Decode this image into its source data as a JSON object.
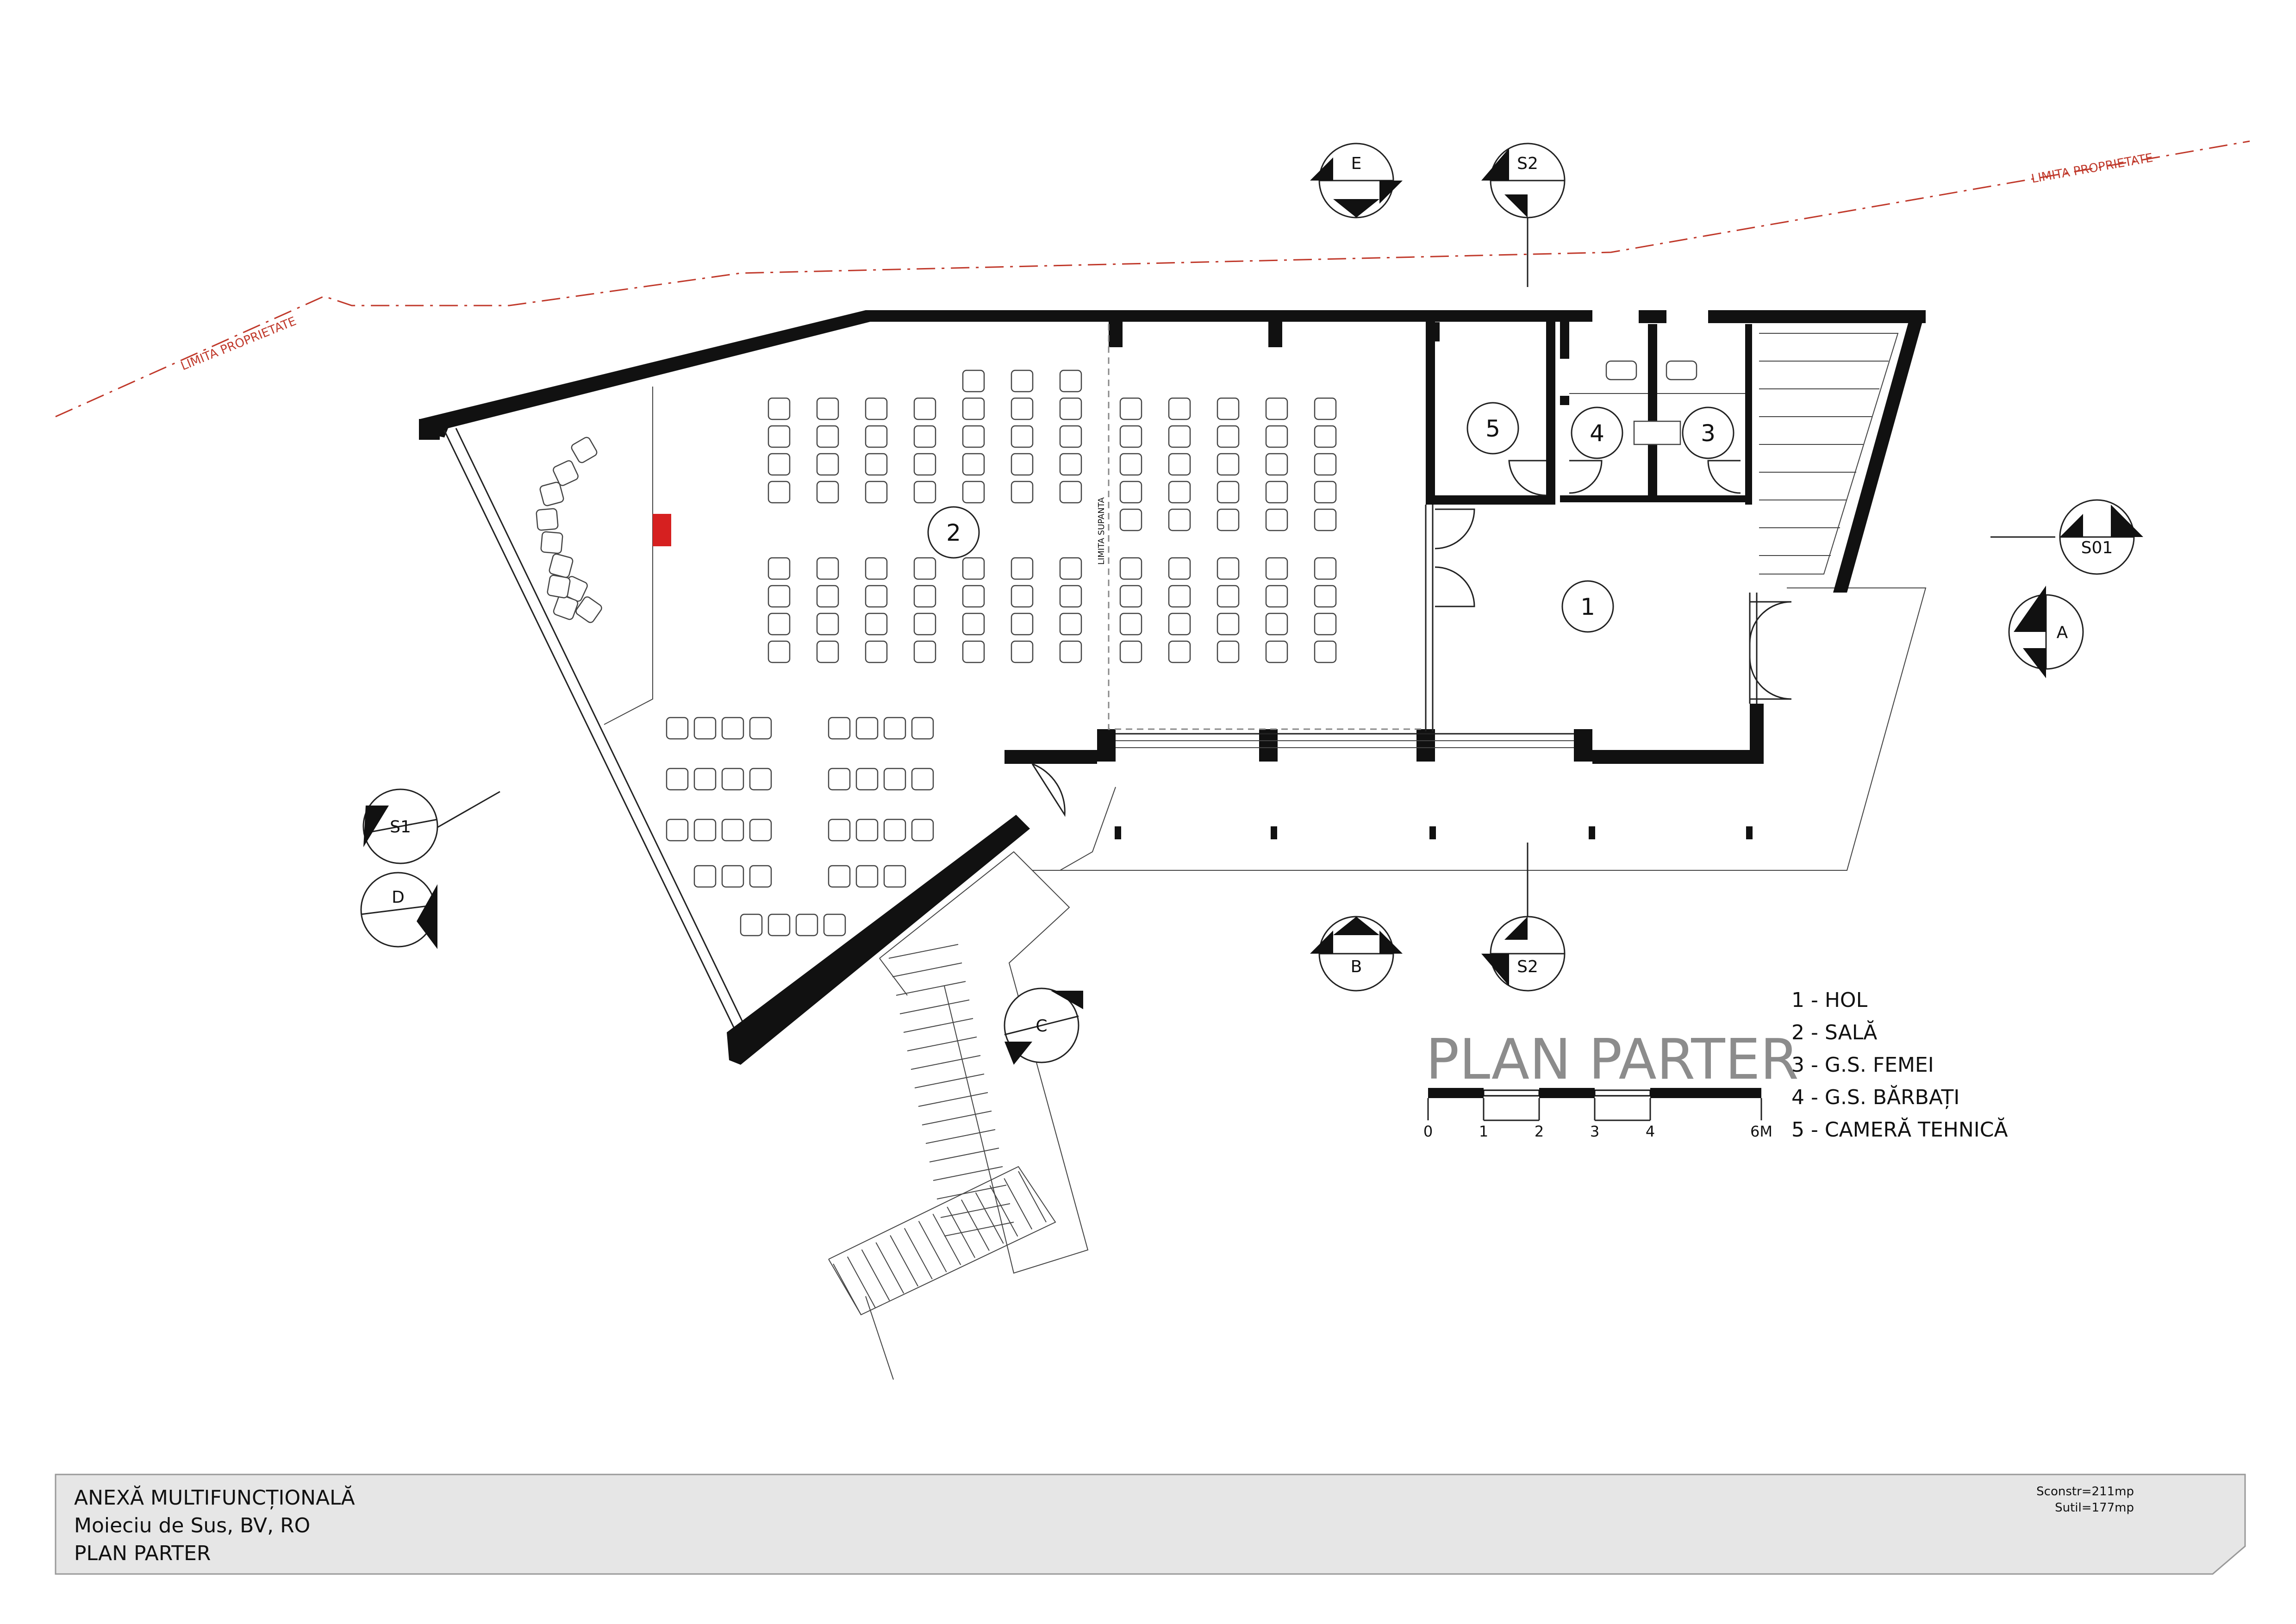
{
  "property_line": {
    "label": "LIMITA PROPRIETATE"
  },
  "limit_line": {
    "label": "LIMITA SUPANTA"
  },
  "rooms": [
    {
      "number": "1",
      "name": "HOL"
    },
    {
      "number": "2",
      "name": "SALĂ"
    },
    {
      "number": "3",
      "name": "G.S. FEMEI"
    },
    {
      "number": "4",
      "name": "G.S. BĂRBAȚI"
    },
    {
      "number": "5",
      "name": "CAMERĂ TEHNICĂ"
    }
  ],
  "legend": [
    "1 - HOL",
    "2 - SALĂ",
    "3 - G.S. FEMEI",
    "4 - G.S. BĂRBAȚI",
    "5 - CAMERĂ TEHNICĂ"
  ],
  "plan_title": "PLAN PARTER",
  "scale_bar": {
    "ticks": [
      "0",
      "1",
      "2",
      "3",
      "4",
      "6M"
    ]
  },
  "section_markers": {
    "e": "E",
    "s2_top": "S2",
    "s01": "S01",
    "a": "A",
    "s1": "S1",
    "d": "D",
    "b": "B",
    "s2_bottom": "S2",
    "c": "C"
  },
  "colors": {
    "accent": "#c0392b",
    "walls": "#111111",
    "title": "#8c8c8c",
    "footer_bg": "#e6e6e6"
  },
  "footer": {
    "line1": "ANEXĂ MULTIFUNCȚIONALĂ",
    "line2": "Moieciu de Sus, BV, RO",
    "line3": "PLAN PARTER",
    "area_built": "Sconstr=211mp",
    "area_useful": "Sutil=177mp"
  }
}
